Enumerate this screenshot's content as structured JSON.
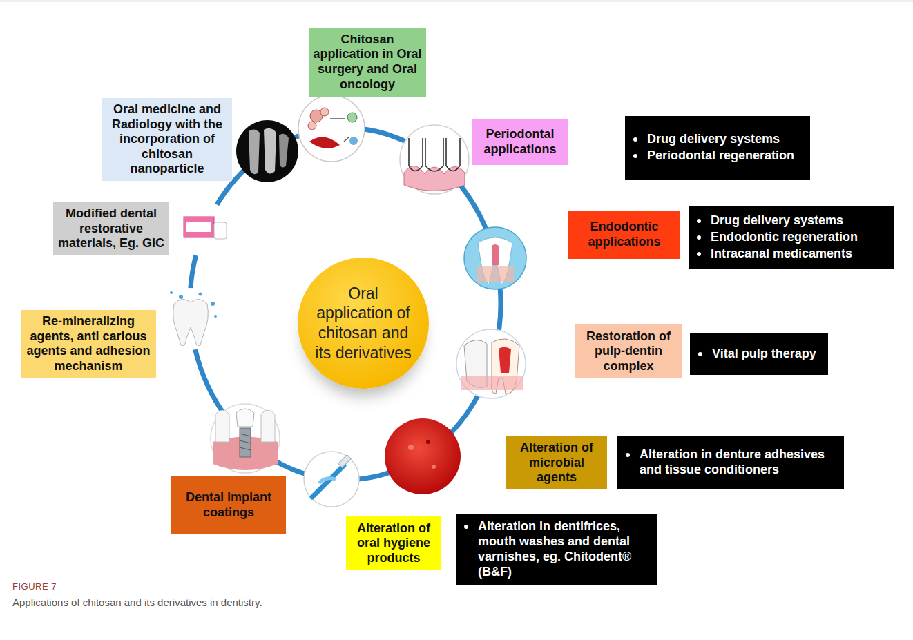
{
  "diagram": {
    "caption": "Applications of chitosan and its derivatives in dentistry.",
    "nodes": [
      {
        "text": [
          "Oral application of chitosan and its derivatives"
        ]
      },
      {
        "text": [
          "Chitosan application in Oral surgery and Oral oncology"
        ]
      },
      {
        "text": [
          "Periodontal applications"
        ]
      },
      {
        "text": [
          "Drug delivery systems",
          "Periodontal regeneration"
        ]
      },
      {
        "text": [
          "Endodontic applications"
        ]
      },
      {
        "text": [
          "Drug delivery systems",
          "Endodontic regeneration",
          "Intracanal medicaments"
        ]
      },
      {
        "text": [
          "Restoration of pulp-dentin complex"
        ]
      },
      {
        "text": [
          "Vital pulp therapy"
        ]
      },
      {
        "text": [
          "Alteration of microbial agents"
        ]
      },
      {
        "text": [
          "Alteration in denture adhesives and tissue conditioners"
        ]
      },
      {
        "text": [
          "Alteration of oral hygiene products"
        ]
      },
      {
        "text": [
          "Alteration in dentifrices, mouth washes and dental varnishes, eg. Chitodent® (B&F)"
        ]
      },
      {
        "text": [
          "Dental implant coatings"
        ]
      },
      {
        "text": [
          "Re-mineralizing agents, anti carious agents and adhesion mechanism"
        ]
      },
      {
        "text": [
          "Modified dental restorative materials, Eg. GIC"
        ]
      },
      {
        "text": [
          "Oral medicine and Radiology with the incorporation of chitosan nanoparticle"
        ]
      }
    ],
    "labels": [
      "FIGURE 7"
    ]
  }
}
